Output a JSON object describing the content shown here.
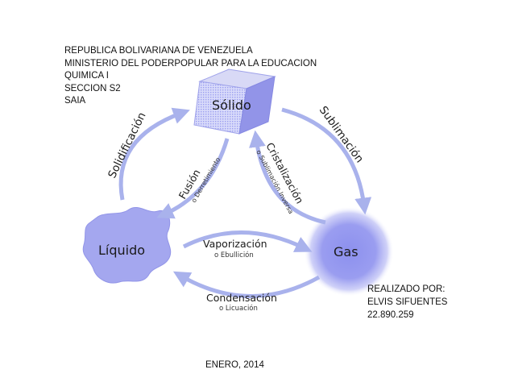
{
  "header": {
    "lines": [
      "REPUBLICA BOLIVARIANA DE VENEZUELA",
      "MINISTERIO DEL PODERPOPULAR PARA LA EDUCACION",
      "QUIMICA I",
      "SECCION S2",
      "SAIA"
    ]
  },
  "states": {
    "solid": "Sólido",
    "liquid": "Líquido",
    "gas": "Gas"
  },
  "transitions": {
    "solidification": "Solidificación",
    "sublimation": "Sublimación",
    "fusion": "Fusión",
    "fusion_sub": "o Derretimiento",
    "crystallization": "Cristalización",
    "crystallization_sub": "o Sublimación Inversa",
    "vaporization": "Vaporización",
    "vaporization_sub": "o Ebullición",
    "condensation": "Condensación",
    "condensation_sub": "o Licuación"
  },
  "credits": {
    "lines": [
      "REALIZADO  POR:",
      "ELVIS SIFUENTES",
      "22.890.259"
    ]
  },
  "date": "ENERO, 2014",
  "colors": {
    "arrow": "#a9b2ec",
    "shape": "#a5a8f0",
    "shape_dark": "#8b8ee6"
  }
}
